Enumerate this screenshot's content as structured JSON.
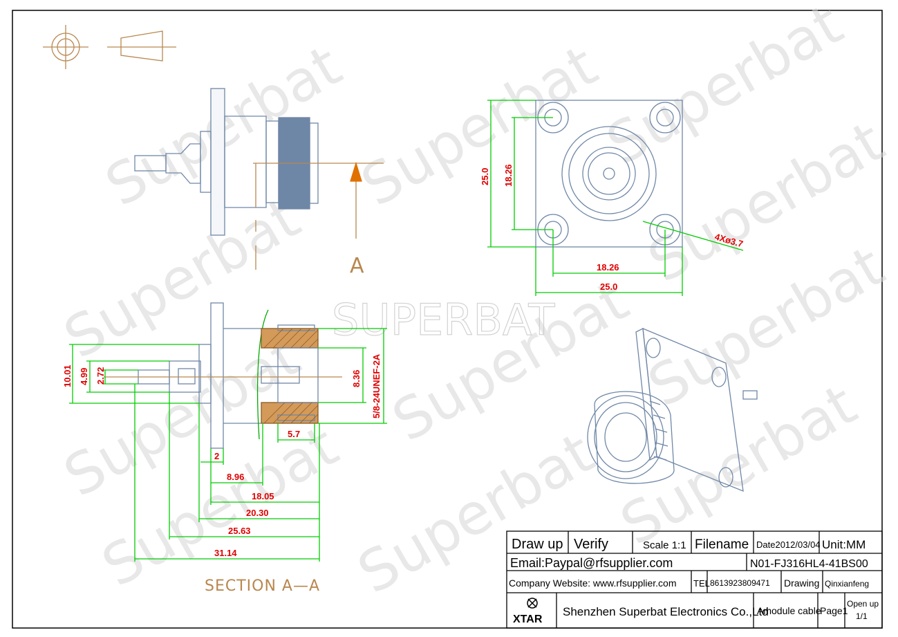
{
  "watermark": {
    "brand": "SUPERBAT",
    "text": "Superbat"
  },
  "side_view": {
    "section_label": "A"
  },
  "front_view": {
    "dims": {
      "height_outer": "25.0",
      "height_inner": "18.26",
      "width_inner": "18.26",
      "width_outer": "25.0",
      "hole": "4Xø3.7"
    }
  },
  "section_view": {
    "title": "SECTION A—A",
    "dims": {
      "d1": "10.01",
      "d2": "4.99",
      "d3": "2.72",
      "d_inner": "8.36",
      "thread": "5/8-24UNEF-2A",
      "w_5_7": "5.7",
      "w_2": "2",
      "w_8_96": "8.96",
      "w_18_05": "18.05",
      "w_20_30": "20.30",
      "w_25_63": "25.63",
      "w_31_14": "31.14"
    }
  },
  "title_block": {
    "draw_up": "Draw up",
    "verify": "Verify",
    "scale": "Scale 1:1",
    "filename_label": "Filename",
    "date": "Date2012/03/04",
    "unit": "Unit:MM",
    "email": "Email:Paypal@rfsupplier.com",
    "part_number": "N01-FJ316HL4-41BS00",
    "website": "Company Website:  www.rfsupplier.com",
    "tel_label": "TEL",
    "tel": "8613923809471",
    "drawing_label": "Drawing",
    "drawer": "Qinxianfeng",
    "logo_text": "XTAR",
    "company": "Shenzhen Superbat Electronics Co.,Ltd",
    "product": "Amodule cable",
    "page": "Page1",
    "open_up_label": "Open up",
    "open_up_value": "1/1"
  }
}
